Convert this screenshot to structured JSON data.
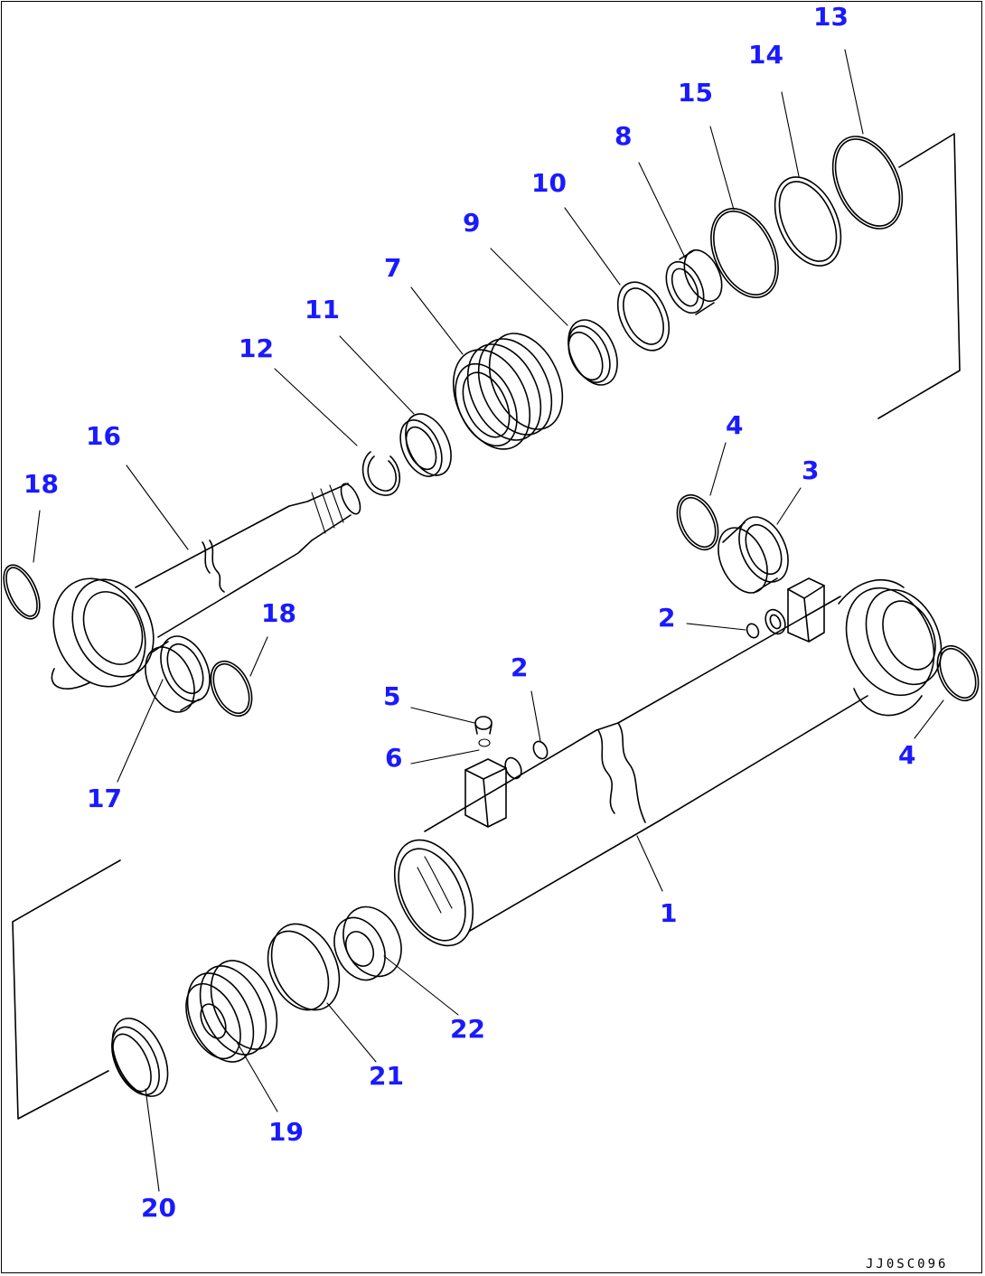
{
  "colors": {
    "callout": "#1a1aff",
    "line": "#000000",
    "background": "#ffffff"
  },
  "drawing_code": "JJ0SC096",
  "callouts": [
    {
      "id": "c13",
      "text": "13"
    },
    {
      "id": "c14",
      "text": "14"
    },
    {
      "id": "c15",
      "text": "15"
    },
    {
      "id": "c8",
      "text": "8"
    },
    {
      "id": "c10",
      "text": "10"
    },
    {
      "id": "c9",
      "text": "9"
    },
    {
      "id": "c7",
      "text": "7"
    },
    {
      "id": "c11",
      "text": "11"
    },
    {
      "id": "c12",
      "text": "12"
    },
    {
      "id": "c16",
      "text": "16"
    },
    {
      "id": "c18a",
      "text": "18"
    },
    {
      "id": "c4a",
      "text": "4"
    },
    {
      "id": "c3",
      "text": "3"
    },
    {
      "id": "c18b",
      "text": "18"
    },
    {
      "id": "c2a",
      "text": "2"
    },
    {
      "id": "c2b",
      "text": "2"
    },
    {
      "id": "c5",
      "text": "5"
    },
    {
      "id": "c6",
      "text": "6"
    },
    {
      "id": "c4b",
      "text": "4"
    },
    {
      "id": "c17",
      "text": "17"
    },
    {
      "id": "c1",
      "text": "1"
    },
    {
      "id": "c22",
      "text": "22"
    },
    {
      "id": "c21",
      "text": "21"
    },
    {
      "id": "c19",
      "text": "19"
    },
    {
      "id": "c20",
      "text": "20"
    }
  ]
}
